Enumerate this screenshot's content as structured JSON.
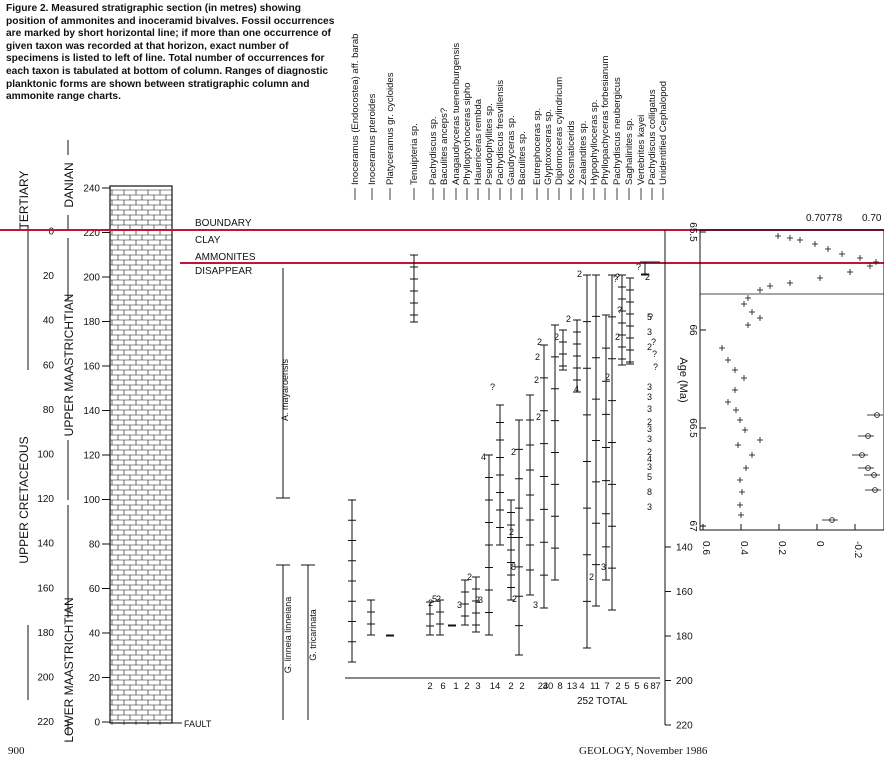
{
  "caption": "Figure 2. Measured stratigraphic section (in metres) showing position of ammonites and inoceramid bivalves. Fossil occurrences are marked by short horizontal line; if more than one occurrence of given taxon was recorded at that horizon, exact number of specimens is listed to left of line. Total number of occurrences for each taxon is tabulated at bottom of column. Ranges of diagnostic planktonic forms are shown between stratigraphic column and ammonite range charts.",
  "footer": {
    "page_number": "900",
    "journal": "GEOLOGY, November 1986"
  },
  "column": {
    "depth_ticks": [
      "0",
      "20",
      "40",
      "60",
      "80",
      "100",
      "120",
      "140",
      "160",
      "180",
      "200",
      "220"
    ],
    "height_ticks": [
      "240",
      "220",
      "200",
      "180",
      "160",
      "140",
      "120",
      "100",
      "80",
      "60",
      "40",
      "20",
      "0"
    ],
    "period_labels": [
      "TERTIARY",
      "UPPER CRETACEOUS"
    ],
    "stage_labels": [
      "DANIAN",
      "UPPER MAASTRICHTIAN",
      "LOWER MAASTRICHTIAN"
    ],
    "fault_label": "FAULT"
  },
  "markers": {
    "boundary": "BOUNDARY",
    "clay": "CLAY",
    "ammonites": "AMMONITES",
    "disappear": "DISAPPEAR"
  },
  "zones": [
    "A. mayaroensis",
    "G. linneia linneiana",
    "G. tricarinata"
  ],
  "taxa": [
    "Inoceramus (Endocostea) aff. barab",
    "Inoceramus pteroides",
    "Platyceramus gr. cycloides",
    "Tenuipteria sp.",
    "Pachydiscus sp.",
    "Baculites anceps?",
    "Anagaudryceras tuenenburgensis",
    "Phylloptychoceras sipho",
    "Hauericeras rembda",
    "Pseudophyllites sp.",
    "Pachydiscus fresvillensis",
    "Gaudryceras sp.",
    "Baculites sp.",
    "Eutrephoceras sp.",
    "Glyptoxoceras sp.",
    "Diplomoceras cylindricum",
    "Kossmaticerids",
    "Zealandites sp.",
    "Hypophylloceras sp.",
    "Phyllopachyceras forbesianum",
    "Pachydiscus neubergicus",
    "Saghalinites sp.",
    "Vertebrites kayei",
    "Pachydiscus colligatus",
    "Unidentified Cephalopod"
  ],
  "totals": [
    "2",
    "6",
    "1",
    "2",
    "3",
    "14",
    "2",
    "2",
    "24",
    "30",
    "8",
    "13",
    "4",
    "11",
    "7",
    "2",
    "5",
    "5",
    "6",
    "8",
    "7"
  ],
  "total_label": "252 TOTAL",
  "counts": [
    "2",
    "2",
    "3",
    "2",
    "4",
    "2",
    "3",
    "5",
    "2",
    "8",
    "2",
    "3",
    "2",
    "2",
    "2",
    "2",
    "2",
    "2",
    "2",
    "4",
    "2",
    "3",
    "2",
    "?",
    "2",
    "?",
    "2",
    "?",
    "?",
    "?",
    "?",
    "?",
    "?",
    "2",
    "?"
  ],
  "mid_depth_ticks": [
    "140",
    "160",
    "180",
    "200",
    "220"
  ],
  "age_axis": {
    "label": "Age (Ma)",
    "ticks": [
      "65.5",
      "66",
      "66.5",
      "67"
    ]
  },
  "isotope_axis": {
    "ticks": [
      "0.6",
      "0.4",
      "0.2",
      "0",
      "-0.2"
    ]
  },
  "sr_values": [
    "0.70778",
    "0.70"
  ],
  "right_counts": [
    "5",
    "3",
    "2",
    "3",
    "3",
    "3",
    "2",
    "3",
    "3",
    "2",
    "4",
    "3",
    "5",
    "8",
    "3"
  ]
}
